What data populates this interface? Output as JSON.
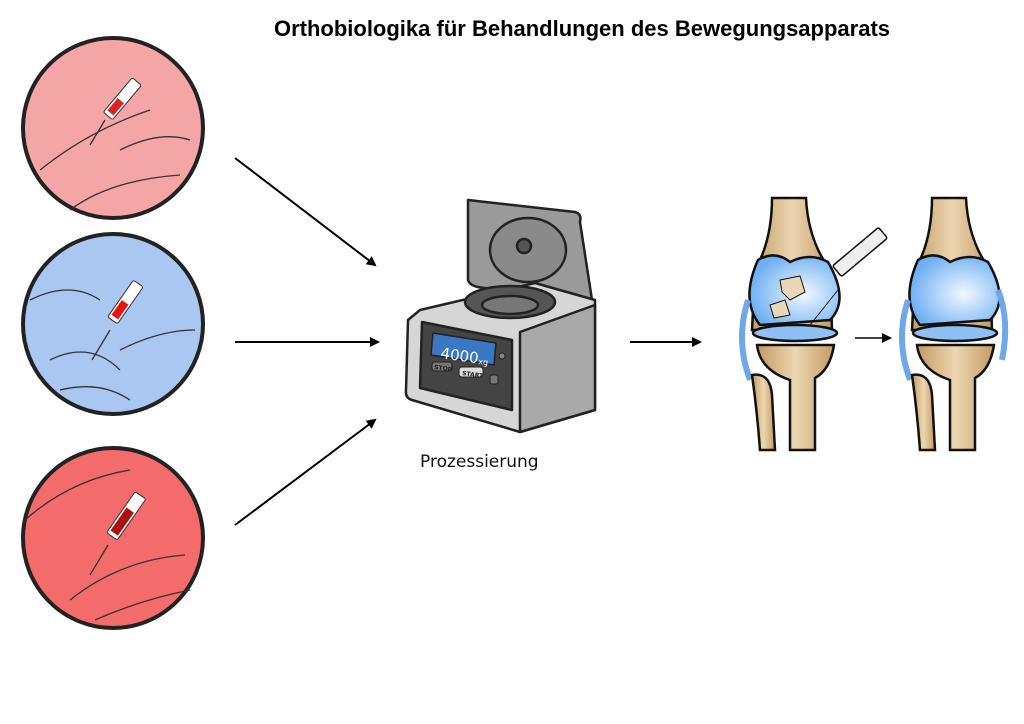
{
  "title": "Orthobiologika für Behandlungen des Bewegungsapparats",
  "processing_label": "Prozessierung",
  "centrifuge": {
    "display_value": "4000",
    "display_unit": "xg",
    "stop_label": "STOP",
    "start_label": "START"
  },
  "colors": {
    "circle_top": "#f4a6a6",
    "circle_middle": "#a9c7f0",
    "circle_bottom": "#f36b6b",
    "cartilage": "#8fc0f5",
    "bone": "#d8b98c"
  }
}
